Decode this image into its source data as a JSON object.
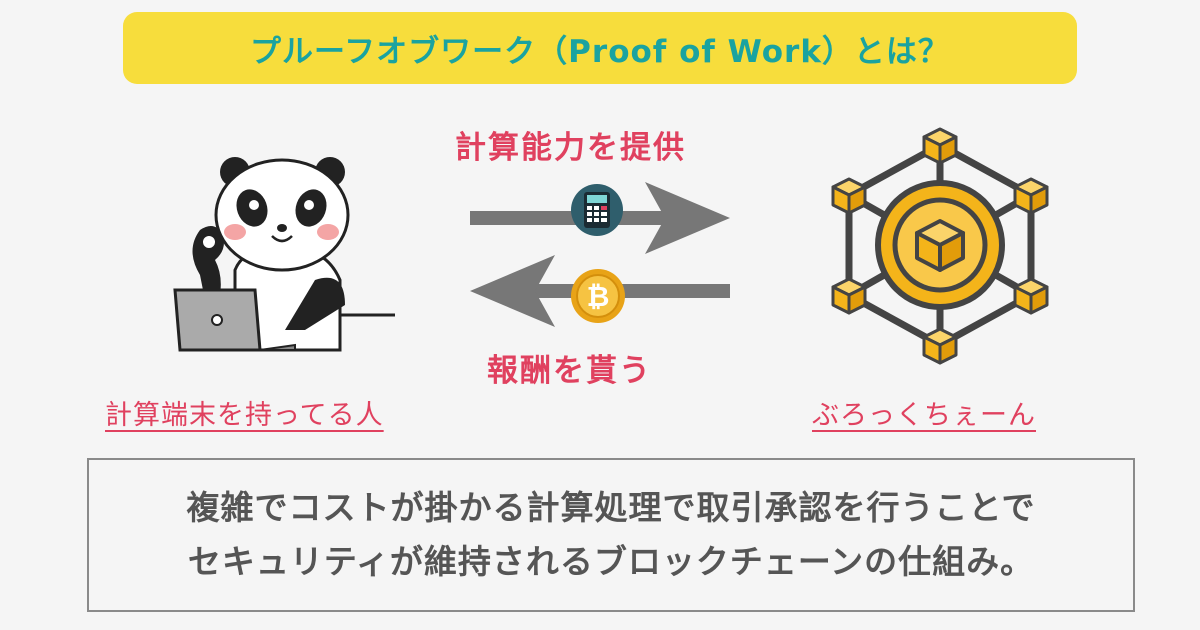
{
  "title": "プルーフオブワーク（Proof of Work）とは？",
  "arrows": {
    "top_label": "計算能力を提供",
    "bottom_label": "報酬を貰う"
  },
  "left_caption": "計算端末を持ってる人",
  "right_caption": "ぶろっくちぇーん",
  "description": {
    "line1": "複雑でコストが掛かる計算処理で取引承認を行うことで",
    "line2": "セキュリティが維持されるブロックチェーンの仕組み。"
  },
  "colors": {
    "title_bg": "#f7dd3c",
    "title_text": "#1aa3a0",
    "accent_pink": "#e0415f",
    "arrow_gray": "#777777",
    "block_yellow": "#f4b41a"
  },
  "icons": [
    "panda-illustration",
    "laptop-icon",
    "calculator-icon",
    "bitcoin-coin-icon",
    "blockchain-network-icon"
  ]
}
